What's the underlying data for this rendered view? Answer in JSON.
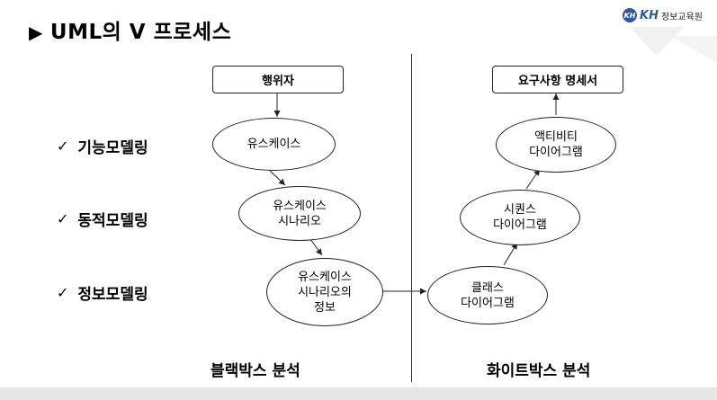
{
  "title": {
    "marker": "▶",
    "text": "UML의 V 프로세스"
  },
  "logo": {
    "mark": "KH",
    "brand": "KH",
    "name": "정보교육원"
  },
  "checklist": [
    {
      "icon": "✓",
      "label": "기능모델링"
    },
    {
      "icon": "✓",
      "label": "동적모델링"
    },
    {
      "icon": "✓",
      "label": "정보모델링"
    }
  ],
  "left": {
    "actor_box": "행위자",
    "nodes": [
      "유스케이스",
      "유스케이스\n시나리오",
      "유스케이스\n시나리오의\n정보"
    ],
    "section_label": "블랙박스 분석"
  },
  "right": {
    "spec_box": "요구사항 명세서",
    "nodes": [
      "클래스\n다이어그램",
      "시퀀스\n다이어그램",
      "액티비티\n다이어그램"
    ],
    "section_label": "화이트박스 분석"
  },
  "colors": {
    "logo_blue": "#2d5aa8",
    "line": "#222222",
    "footer": "#e6e6e6"
  }
}
